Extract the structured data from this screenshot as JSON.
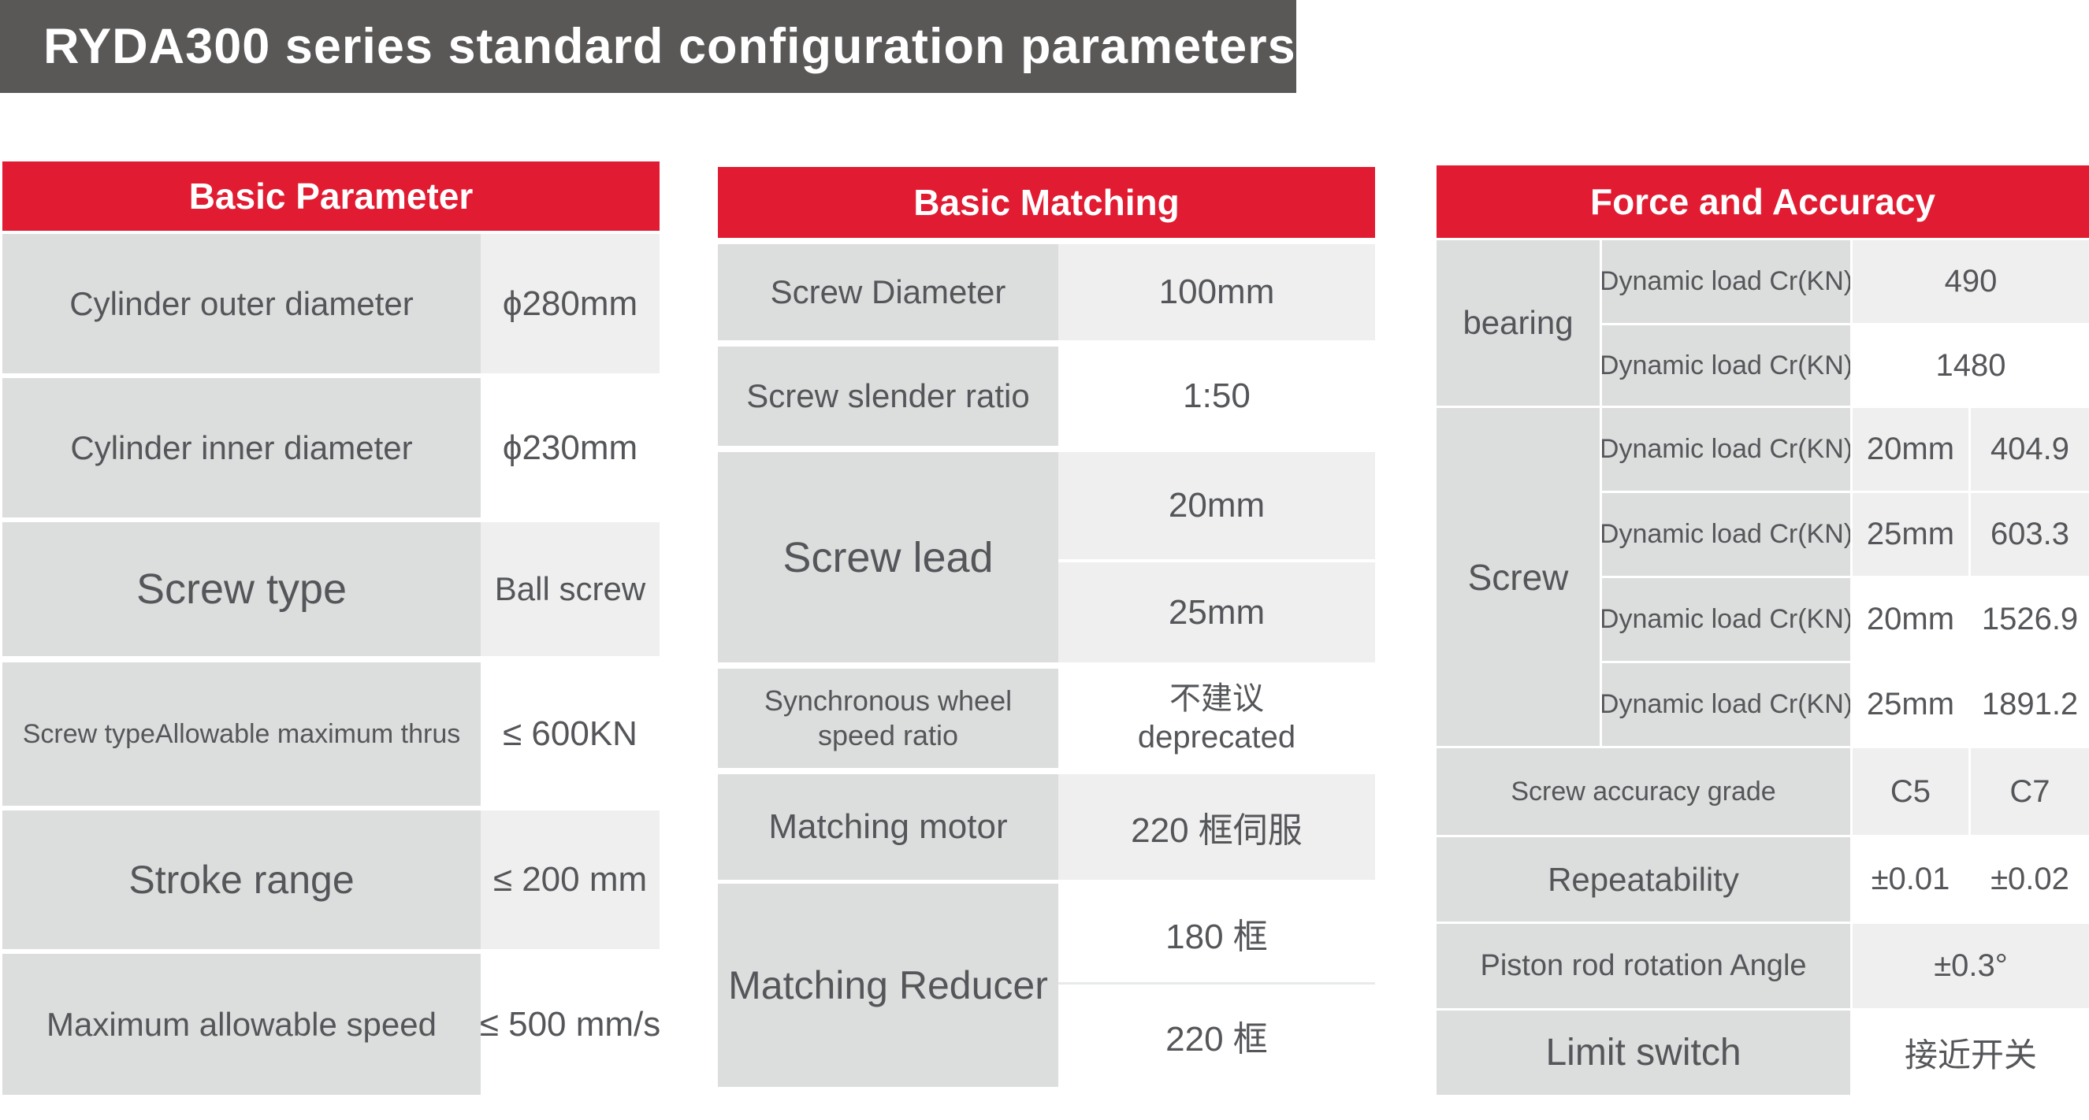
{
  "title": "RYDA300 series standard configuration parameters",
  "colors": {
    "accent_red": "#e11b31",
    "title_bar_gray": "#5a5757",
    "label_cell_gray": "#dcdddd",
    "value_cell_gray": "#efefef",
    "text_gray": "#545659"
  },
  "basic_parameter": {
    "header": "Basic Parameter",
    "rows": [
      {
        "label": "Cylinder outer diameter",
        "value": "ϕ280mm"
      },
      {
        "label": "Cylinder inner diameter",
        "value": "ϕ230mm"
      },
      {
        "label": "Screw type",
        "value": "Ball screw"
      },
      {
        "label": "Screw typeAllowable maximum thrus",
        "value": "≤ 600KN"
      },
      {
        "label": "Stroke range",
        "value": "≤ 200 mm"
      },
      {
        "label": "Maximum allowable speed",
        "value": "≤ 500 mm/s"
      }
    ]
  },
  "basic_matching": {
    "header": "Basic Matching",
    "row_screw_diameter": {
      "label": "Screw Diameter",
      "value": "100mm"
    },
    "row_screw_slender": {
      "label": "Screw slender ratio",
      "value": "1:50"
    },
    "row_screw_lead": {
      "label": "Screw lead",
      "value1": "20mm",
      "value2": "25mm"
    },
    "row_sync": {
      "label_line1": "Synchronous wheel",
      "label_line2": "speed ratio",
      "value_line1": "不建议",
      "value_line2": "deprecated"
    },
    "row_motor": {
      "label": "Matching motor",
      "value": "220 框伺服"
    },
    "row_reducer": {
      "label": "Matching Reducer",
      "value1": "180 框",
      "value2": "220 框"
    }
  },
  "force_and_accuracy": {
    "header": "Force and Accuracy",
    "bearing": {
      "group": "bearing",
      "rows": [
        {
          "label": "Dynamic load Cr(KN)",
          "value": "490"
        },
        {
          "label": "Dynamic load Cr(KN)",
          "value": "1480"
        }
      ]
    },
    "screw": {
      "group": "Screw",
      "rows": [
        {
          "label": "Dynamic load Cr(KN)",
          "lead": "20mm",
          "value": "404.9"
        },
        {
          "label": "Dynamic load Cr(KN)",
          "lead": "25mm",
          "value": "603.3"
        },
        {
          "label": "Dynamic load Cr(KN)",
          "lead": "20mm",
          "value": "1526.9"
        },
        {
          "label": "Dynamic load Cr(KN)",
          "lead": "25mm",
          "value": "1891.2"
        }
      ]
    },
    "accuracy_row": {
      "label": "Screw accuracy grade",
      "value1": "C5",
      "value2": "C7"
    },
    "repeatability_row": {
      "label": "Repeatability",
      "value1": "±0.01",
      "value2": "±0.02"
    },
    "piston_row": {
      "label": "Piston rod rotation Angle",
      "value": "±0.3°"
    },
    "limit_row": {
      "label": "Limit switch",
      "value": "接近开关"
    }
  }
}
